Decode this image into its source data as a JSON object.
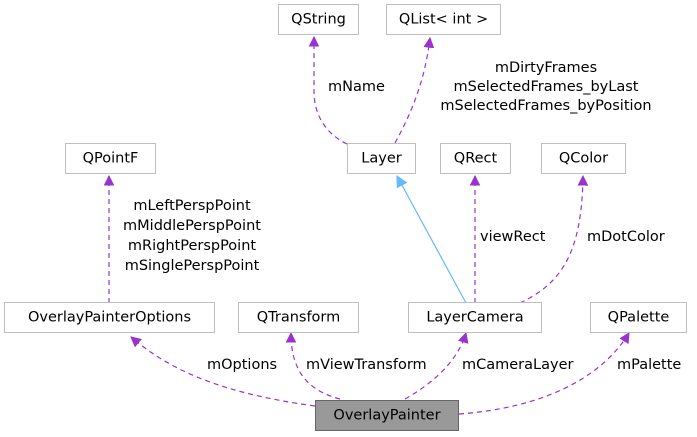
{
  "nodes": {
    "qstring": "QString",
    "qlist": "QList< int >",
    "qpointf": "QPointF",
    "layer": "Layer",
    "qrect": "QRect",
    "qcolor": "QColor",
    "overlay_options": "OverlayPainterOptions",
    "qtransform": "QTransform",
    "layer_camera": "LayerCamera",
    "qpalette": "QPalette",
    "overlay_painter": "OverlayPainter"
  },
  "edge_labels": {
    "m_name": "mName",
    "m_dirty_frames": "mDirtyFrames",
    "m_selected_by_last": "mSelectedFrames_byLast",
    "m_selected_by_position": "mSelectedFrames_byPosition",
    "m_left_persp": "mLeftPerspPoint",
    "m_middle_persp": "mMiddlePerspPoint",
    "m_right_persp": "mRightPerspPoint",
    "m_single_persp": "mSinglePerspPoint",
    "view_rect": "viewRect",
    "m_dot_color": "mDotColor",
    "m_options": "mOptions",
    "m_view_transform": "mViewTransform",
    "m_camera_layer": "mCameraLayer",
    "m_palette": "mPalette"
  },
  "colors": {
    "association_edge": "#9a32cd",
    "inheritance_edge": "#63b8ff",
    "node_border": "#bfbfbf",
    "focus_node_fill": "#999999"
  }
}
